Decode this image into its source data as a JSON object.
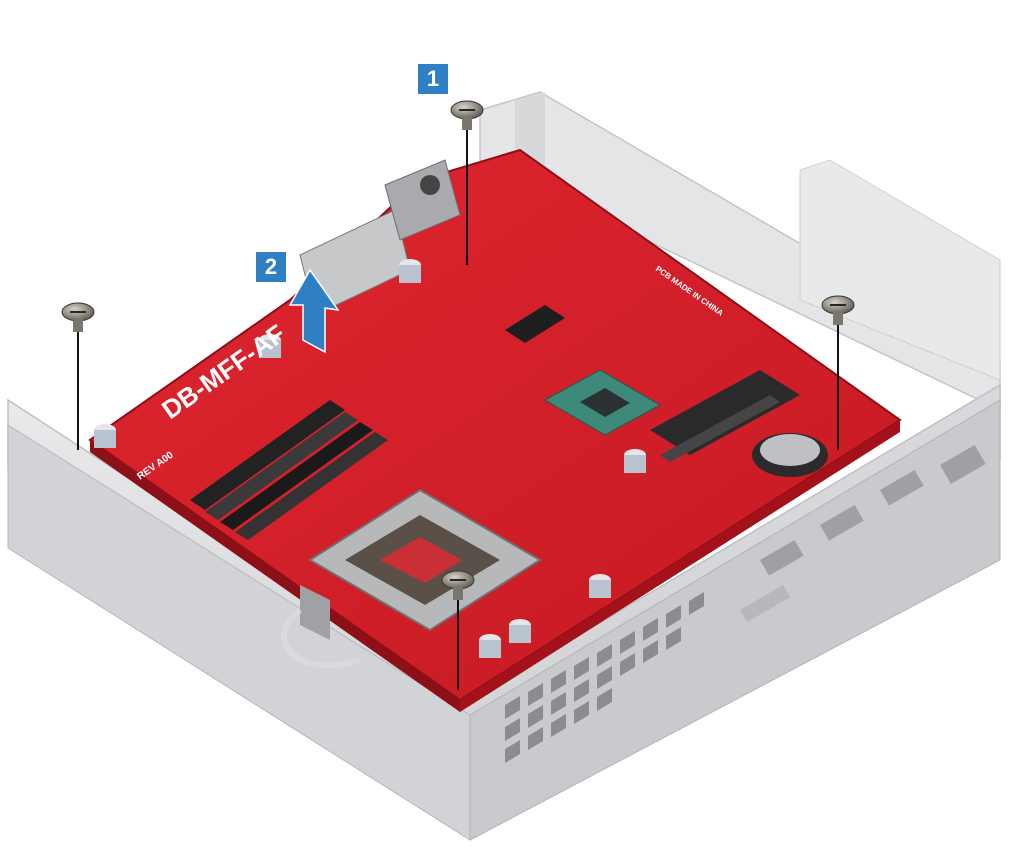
{
  "steps": [
    {
      "label": "1"
    },
    {
      "label": "2"
    }
  ],
  "board_markings": {
    "model": "DB-MFF-AF",
    "rev": "REV A00",
    "made_in": "PCB MADE IN CHINA"
  },
  "colors": {
    "board": "#d8202c",
    "board_dark": "#a5141e",
    "chassis": "#dcdddf",
    "badge": "#2f7fc4",
    "arrow": "#2f7fc4",
    "cpu_die": "#3d8a7a"
  },
  "icons": [
    "screw-icon",
    "arrow-up-icon"
  ]
}
